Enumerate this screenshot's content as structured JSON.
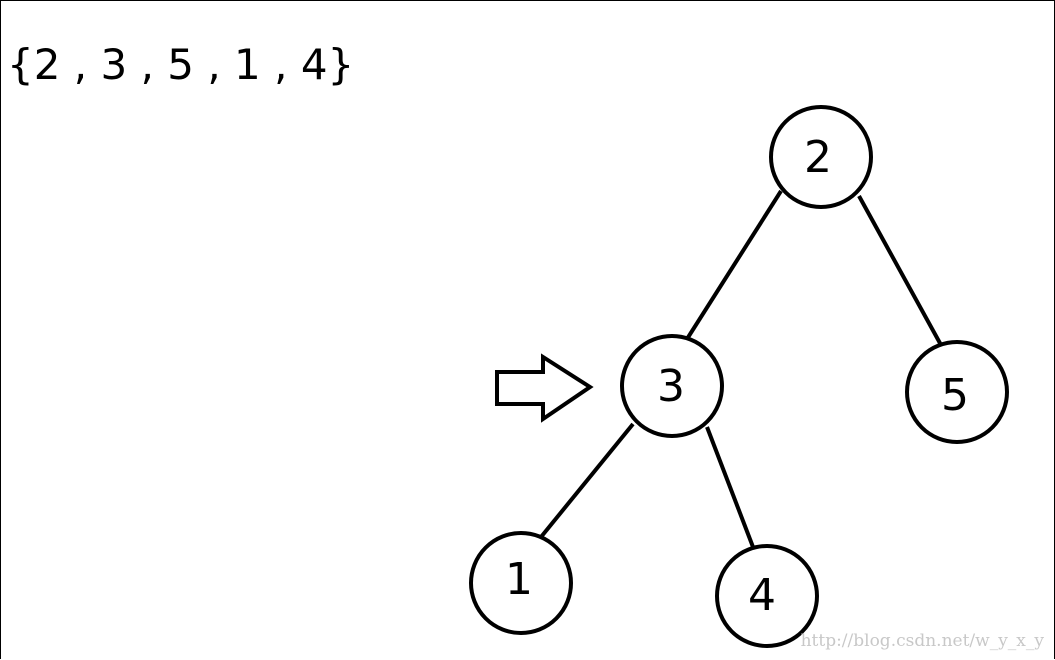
{
  "sequence": {
    "text": "{2 , 3 , 5 , 1 , 4}"
  },
  "tree": {
    "nodes": [
      {
        "id": "n2",
        "label": "2"
      },
      {
        "id": "n3",
        "label": "3"
      },
      {
        "id": "n5",
        "label": "5"
      },
      {
        "id": "n1",
        "label": "1"
      },
      {
        "id": "n4",
        "label": "4"
      }
    ],
    "edges": [
      {
        "from": "n2",
        "to": "n3"
      },
      {
        "from": "n2",
        "to": "n5"
      },
      {
        "from": "n3",
        "to": "n1"
      },
      {
        "from": "n3",
        "to": "n4"
      }
    ],
    "pointer": {
      "icon": "right-arrow-icon",
      "target": "n3"
    }
  },
  "watermark": {
    "text": "http://blog.csdn.net/w_y_x_y"
  },
  "colors": {
    "stroke": "#000000",
    "background": "#ffffff",
    "watermark": "#c8c8c8"
  }
}
